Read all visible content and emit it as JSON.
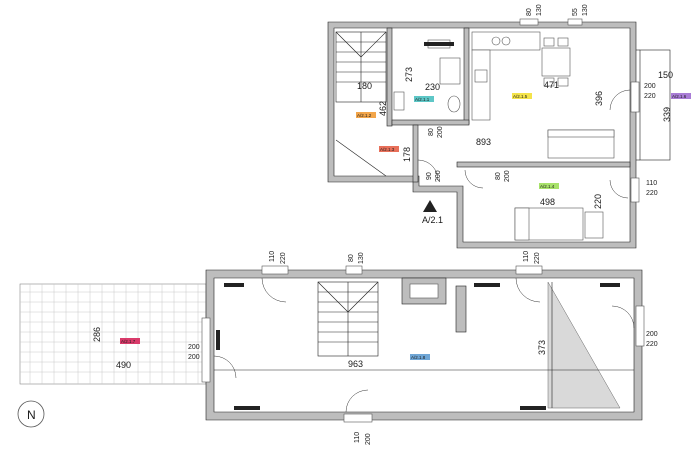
{
  "upper_floor": {
    "label": "A/2.1",
    "rooms": [
      {
        "code": "A/2.1.1",
        "color": "#5ec7c7"
      },
      {
        "code": "A/2.1.2",
        "color": "#f2a54a"
      },
      {
        "code": "A/2.1.3",
        "color": "#e8705a"
      },
      {
        "code": "A/2.1.4",
        "color": "#a8e26a"
      },
      {
        "code": "A/2.1.5",
        "color": "#f4e34a"
      },
      {
        "code": "A/2.1.6",
        "color": "#a97cd6"
      }
    ],
    "dimensions": {
      "window_top_1": "80",
      "window_top_1b": "130",
      "window_top_2": "55",
      "window_top_2b": "130",
      "stair_width": "180",
      "bath_depth": "273",
      "bath_width": "230",
      "living_width": "471",
      "balcony_width": "150",
      "door_right_1": "200",
      "door_right_1b": "220",
      "balcony_depth": "339",
      "living_depth": "396",
      "hall_depth": "462",
      "door_bath": "80",
      "door_bath_b": "200",
      "hall_width": "893",
      "stair_landing": "178",
      "door_entry": "90",
      "door_entry_b": "200",
      "door_bedroom": "80",
      "door_bedroom_b": "200",
      "window_right_2": "110",
      "window_right_2b": "220",
      "bedroom_width": "498",
      "bedroom_depth": "220"
    }
  },
  "ground_floor": {
    "rooms": [
      {
        "code": "A/2.1.7",
        "color": "#d93a6a"
      },
      {
        "code": "A/2.1.8",
        "color": "#6fa6d6"
      }
    ],
    "dimensions": {
      "window_top_1": "110",
      "window_top_1b": "220",
      "window_top_2": "80",
      "window_top_2b": "130",
      "window_top_3": "110",
      "window_top_3b": "220",
      "terrace_depth": "286",
      "terrace_width": "490",
      "door_left": "200",
      "door_left_b": "200",
      "main_length": "963",
      "main_depth": "373",
      "window_right": "200",
      "window_right_b": "220",
      "door_bottom": "110",
      "door_bottom_b": "200"
    }
  },
  "compass": {
    "label": "N"
  }
}
